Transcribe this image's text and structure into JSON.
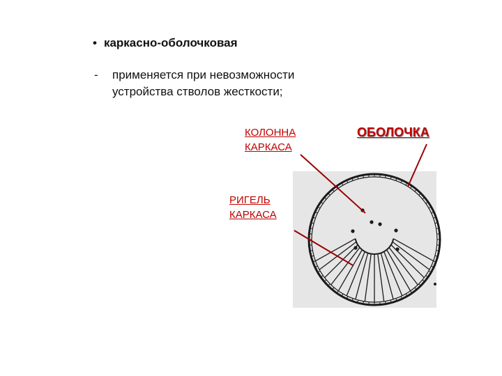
{
  "bullet": {
    "marker": "•",
    "text": "каркасно-оболочковая"
  },
  "detail": {
    "marker": "-",
    "line1": "применяется при невозможности",
    "line2": "устройства стволов жесткости;"
  },
  "labels": {
    "column_line1": "КОЛОННА",
    "column_line2": "КАРКАСА",
    "beam_line1": "РИГЕЛЬ",
    "beam_line2": "КАРКАСА",
    "shell": "ОБОЛОЧКА"
  },
  "colors": {
    "label": "#c00000",
    "figure_bg": "#e6e6e6"
  }
}
